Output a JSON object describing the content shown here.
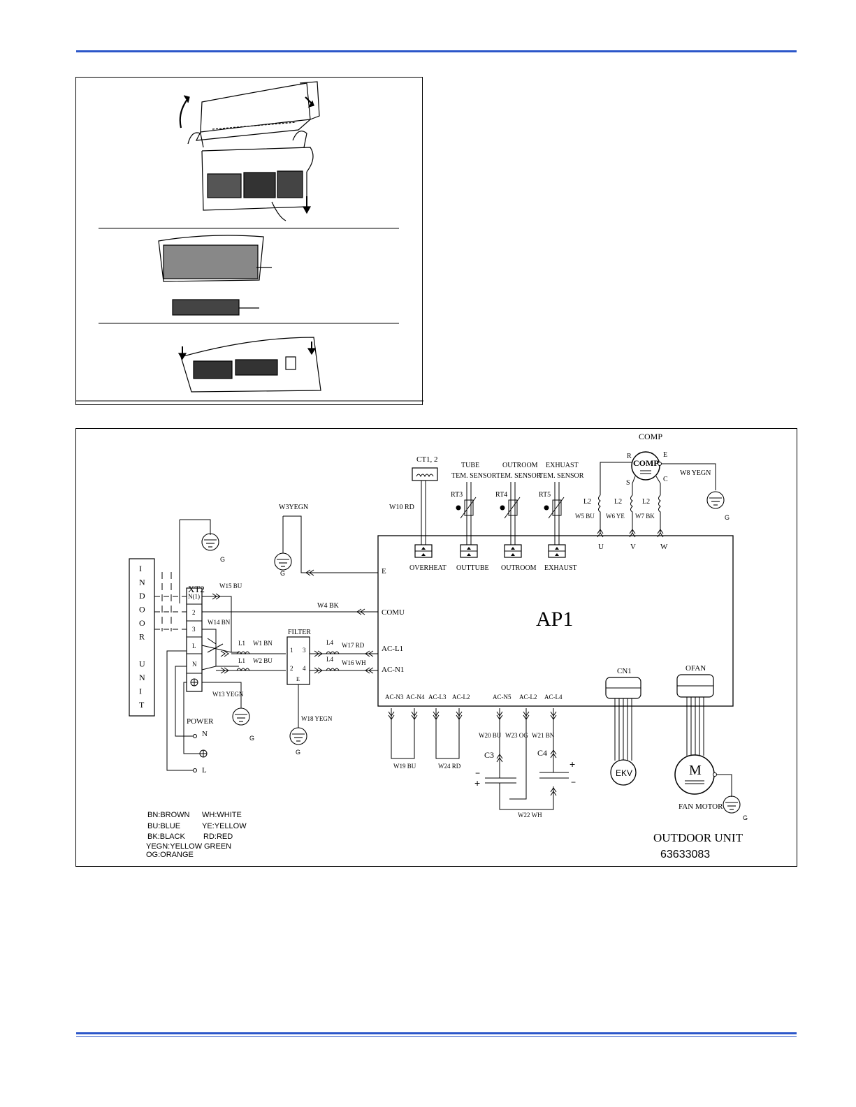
{
  "diagram": {
    "ct_label": "CT1, 2",
    "tube_sensor_label": [
      "TUBE",
      "TEM. SENSOR"
    ],
    "outroom_sensor_label": [
      "OUTROOM",
      "TEM. SENSOR"
    ],
    "exhaust_sensor_label": [
      "EXHUAST",
      "TEM. SENSOR"
    ],
    "comp_title": "COMP",
    "comp_inner": "COMP",
    "rt3": "RT3",
    "rt4": "RT4",
    "rt5": "RT5",
    "w10": "W10 RD",
    "w3": "W3YEGN",
    "w8": "W8 YEGN",
    "w5": "W5 BU",
    "w6": "W6 YE",
    "w7": "W7 BK",
    "w15": "W15 BU",
    "w4": "W4 BK",
    "w14": "W14 BN",
    "w1": "W1 BN",
    "w2": "W2 BU",
    "w17": "W17 RD",
    "w16": "W16 WH",
    "w13": "W13 YEGN",
    "w18": "W18 YEGN",
    "w19": "W19 BU",
    "w24": "W24 RD",
    "w20": "W20 BU",
    "w23": "W23 OG",
    "w21": "W21 BN",
    "w22": "W22 WH",
    "ap1": "AP1",
    "xt2": "XT2",
    "filter": "FILTER",
    "power": "POWER",
    "indoor_unit_letters": [
      "I",
      "N",
      "D",
      "O",
      "O",
      "R",
      "",
      "U",
      "N",
      "I",
      "T"
    ],
    "xt2_terminals": [
      "N(1)",
      "2",
      "3",
      "L",
      "N"
    ],
    "ap1_left_terminals": [
      "E",
      "COMU",
      "AC-L1",
      "AC-N1"
    ],
    "ap1_top_terminals": [
      "OVERHEAT",
      "OUTTUBE",
      "OUTROOM",
      "EXHAUST"
    ],
    "ap1_bottom_terminals": [
      "AC-N3",
      "AC-N4",
      "AC-L3",
      "AC-L2",
      "AC-N5",
      "AC-L2",
      "AC-L4"
    ],
    "uvw": [
      "U",
      "V",
      "W"
    ],
    "comp_pins": [
      "R",
      "E",
      "S",
      "C"
    ],
    "l2": "L2",
    "l1": "L1",
    "l4": "L4",
    "filter_pins": [
      "1",
      "3",
      "2",
      "4",
      "E"
    ],
    "power_pins": [
      "N",
      "L"
    ],
    "cn1": "CN1",
    "ofan": "OFAN",
    "ekv": "EKV",
    "motor": "M",
    "fan_motor": "FAN MOTOR",
    "c3": "C3",
    "c4": "C4",
    "g": "G",
    "legend": [
      "BN:BROWN",
      "WH:WHITE",
      "BU:BLUE",
      "YE:YELLOW",
      "BK:BLACK",
      "RD:RED",
      "YEGN:YELLOW",
      "GREEN",
      "OG:ORANGE"
    ],
    "outdoor_unit": "OUTDOOR UNIT",
    "part_number": "63633083"
  }
}
